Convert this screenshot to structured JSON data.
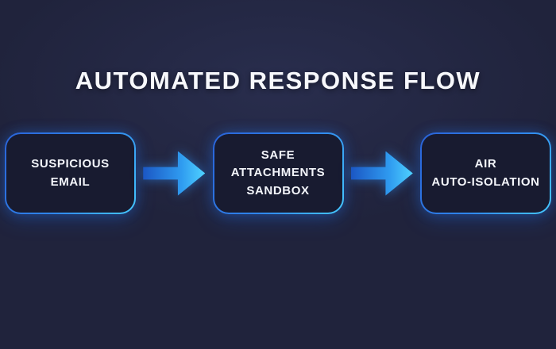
{
  "title": "AUTOMATED RESPONSE FLOW",
  "flow": {
    "nodes": [
      {
        "id": "suspicious-email",
        "lines": [
          "SUSPICIOUS",
          "EMAIL"
        ]
      },
      {
        "id": "safe-attachments-sandbox",
        "lines": [
          "SAFE",
          "ATTACHMENTS",
          "SANDBOX"
        ]
      },
      {
        "id": "air-auto-isolation",
        "lines": [
          "AIR",
          "AUTO-ISOLATION"
        ]
      }
    ],
    "connections": [
      {
        "from": "suspicious-email",
        "to": "safe-attachments-sandbox"
      },
      {
        "from": "safe-attachments-sandbox",
        "to": "air-auto-isolation"
      }
    ]
  },
  "colors": {
    "background": "#20233c",
    "node_fill": "#181b30",
    "border_gradient_start": "#2a63d8",
    "border_gradient_end": "#45c8ff",
    "arrow_gradient_start": "#1b57c4",
    "arrow_gradient_end": "#4fd2ff",
    "text": "#f4f6fb"
  }
}
